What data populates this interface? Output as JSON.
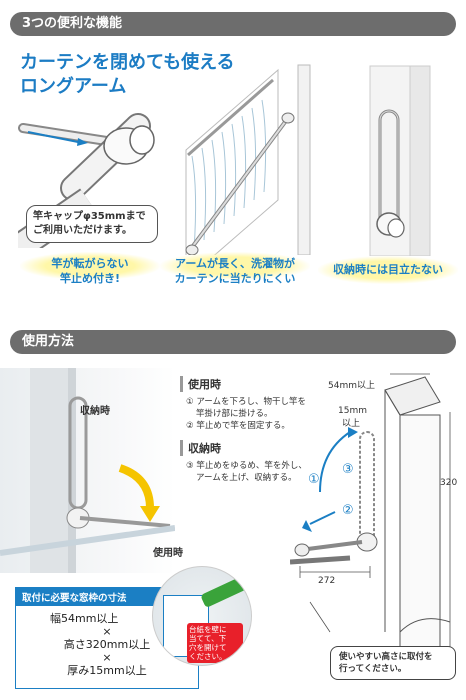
{
  "section1": {
    "title": "3つの便利な機能",
    "headline_line1": "カーテンを閉めても使える",
    "headline_line2": "ロングアーム",
    "callout_line1": "竿キャップφ35mmまで",
    "callout_line2": "ご利用いただけます。",
    "features": [
      {
        "line1": "竿が転がらない",
        "line2": "竿止め付き!"
      },
      {
        "line1": "アームが長く、洗濯物が",
        "line2": "カーテンに当たりにくい"
      },
      {
        "line1": "収納時には目立たない",
        "line2": ""
      }
    ]
  },
  "section2": {
    "title": "使用方法",
    "label_storage": "収納時",
    "label_use": "使用時",
    "usage": {
      "use_title": "使用時",
      "use_step1": "① アームを下ろし、物干し竿を",
      "use_step1b": "竿掛け部に掛ける。",
      "use_step2": "② 竿止めで竿を固定する。",
      "store_title": "収納時",
      "store_step1": "③ 竿止めをゆるめ、竿を外し、",
      "store_step1b": "アームを上げ、収納する。"
    },
    "dimensions": {
      "width_label": "54mm以上",
      "depth_label": "15mm",
      "depth_label2": "以上",
      "height_value": "320",
      "arm_value": "272",
      "num1": "①",
      "num2": "②",
      "num3": "③"
    },
    "window_box": {
      "header": "取付に必要な窓枠の寸法",
      "line1": "幅54mm以上",
      "times1": "×",
      "line2": "高さ320mm以上",
      "times2": "×",
      "line3": "厚み15mm以上"
    },
    "photo_note": {
      "line1": "台紙を壁に",
      "line2": "当てて、下",
      "line3": "穴を開けて",
      "line4": "ください。"
    },
    "install_note": {
      "line1": "使いやすい高さに取付を",
      "line2": "行ってください。"
    }
  },
  "colors": {
    "accent": "#1b7fc4",
    "bar": "#6d6d6d",
    "highlight": "#fff7a8",
    "arrow": "#f5c400"
  }
}
